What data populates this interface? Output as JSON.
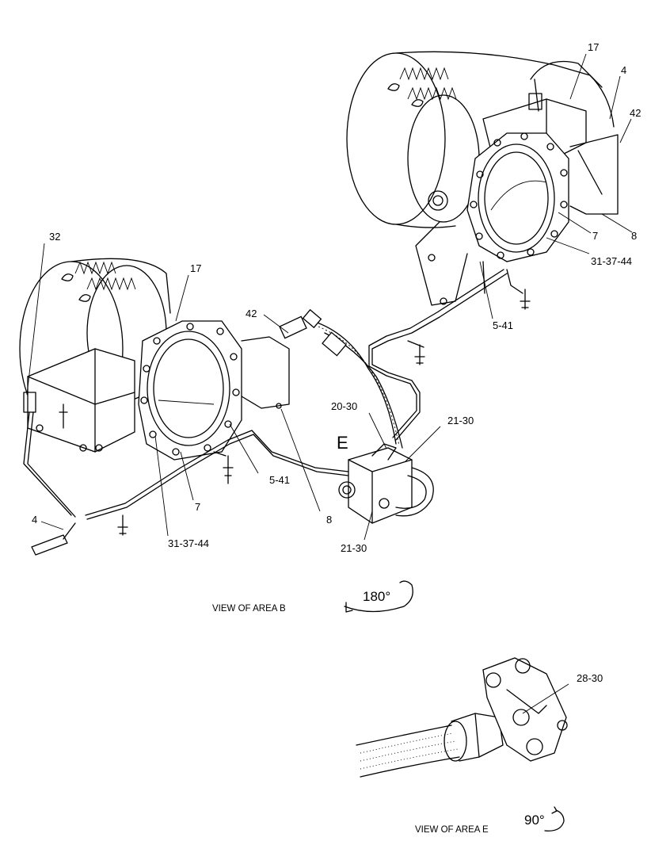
{
  "callouts": {
    "c32": "32",
    "c17_left": "17",
    "c17_right": "17",
    "c4_top": "4",
    "c42_top": "42",
    "c8_right": "8",
    "c7_right": "7",
    "c313744_right": "31-37-44",
    "c541_right": "5-41",
    "c42_mid": "42",
    "c2030": "20-30",
    "c2130_upper": "21-30",
    "c_E": "E",
    "c541_left": "5-41",
    "c7_left": "7",
    "c8_mid": "8",
    "c4_left": "4",
    "c313744_left": "31-37-44",
    "c2130_lower": "21-30",
    "c2830": "28-30"
  },
  "views": {
    "area_b": "VIEW OF AREA  B",
    "area_b_rotation": "180°",
    "area_e": "VIEW OF AREA  E",
    "area_e_rotation": "90°"
  }
}
